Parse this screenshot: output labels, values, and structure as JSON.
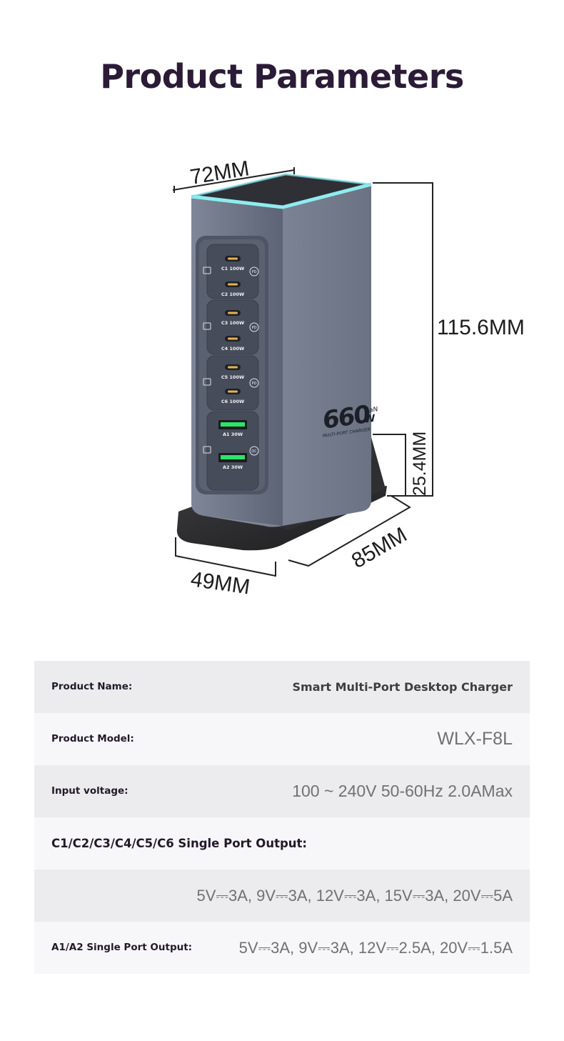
{
  "page": {
    "title": "Product Parameters"
  },
  "dimensions": {
    "width": "72MM",
    "height": "115.6MM",
    "base_height": "25.4MM",
    "depth": "85MM",
    "front_width": "49MM"
  },
  "charger": {
    "ports": [
      {
        "label": "C1 100W",
        "type": "usb-c"
      },
      {
        "label": "C2 100W",
        "type": "usb-c"
      },
      {
        "label": "C3 100W",
        "type": "usb-c"
      },
      {
        "label": "C4 100W",
        "type": "usb-c"
      },
      {
        "label": "C5 100W",
        "type": "usb-c"
      },
      {
        "label": "C6 100W",
        "type": "usb-c"
      },
      {
        "label": "A1 30W",
        "type": "usb-a"
      },
      {
        "label": "A2 30W",
        "type": "usb-a"
      }
    ],
    "badges": [
      "PD",
      "PD",
      "PD",
      "QC"
    ],
    "power": "660",
    "gan": "GaN",
    "unit": "W",
    "subtitle": "MULTI-PORT CHARGER",
    "colors": {
      "body": "#6f7788",
      "glow": "#7fe6ec",
      "usb_a": "#2ee36a",
      "usb_c": "#e6b44c",
      "base": "#2a2a2a"
    }
  },
  "specs": [
    {
      "label": "Product Name:",
      "value": "Smart Multi-Port Desktop Charger"
    },
    {
      "label": "Product Model:",
      "value": "WLX-F8L"
    },
    {
      "label": "Input voltage:",
      "value": "100 ~ 240V 50-60Hz  2.0AMax"
    },
    {
      "label": "C1/C2/C3/C4/C5/C6 Single Port Output:",
      "value": ""
    },
    {
      "label": "",
      "value": "5V⎓3A, 9V⎓3A, 12V⎓3A,  15V⎓3A, 20V⎓5A"
    },
    {
      "label": "A1/A2 Single Port Output:",
      "value": "5V⎓3A, 9V⎓3A, 12V⎓2.5A, 20V⎓1.5A"
    }
  ]
}
